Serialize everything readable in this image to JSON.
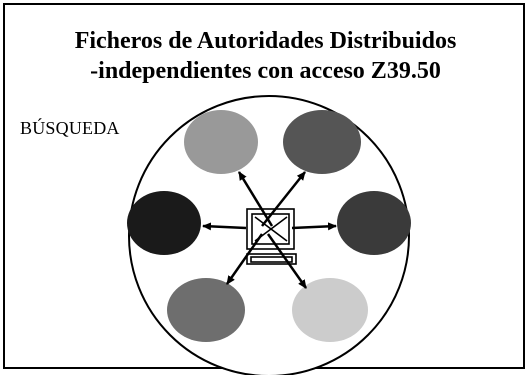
{
  "title": {
    "line1": "Ficheros de Autoridades Distribuidos",
    "line2": "-independientes con acceso Z39.50"
  },
  "label": "BÚSQUEDA",
  "colors": {
    "node_top_left": "#999999",
    "node_top_right": "#555555",
    "node_left": "#1a1a1a",
    "node_right": "#3a3a3a",
    "node_bottom_left": "#6e6e6e",
    "node_bottom_right": "#cccccc",
    "stroke": "#000000"
  }
}
